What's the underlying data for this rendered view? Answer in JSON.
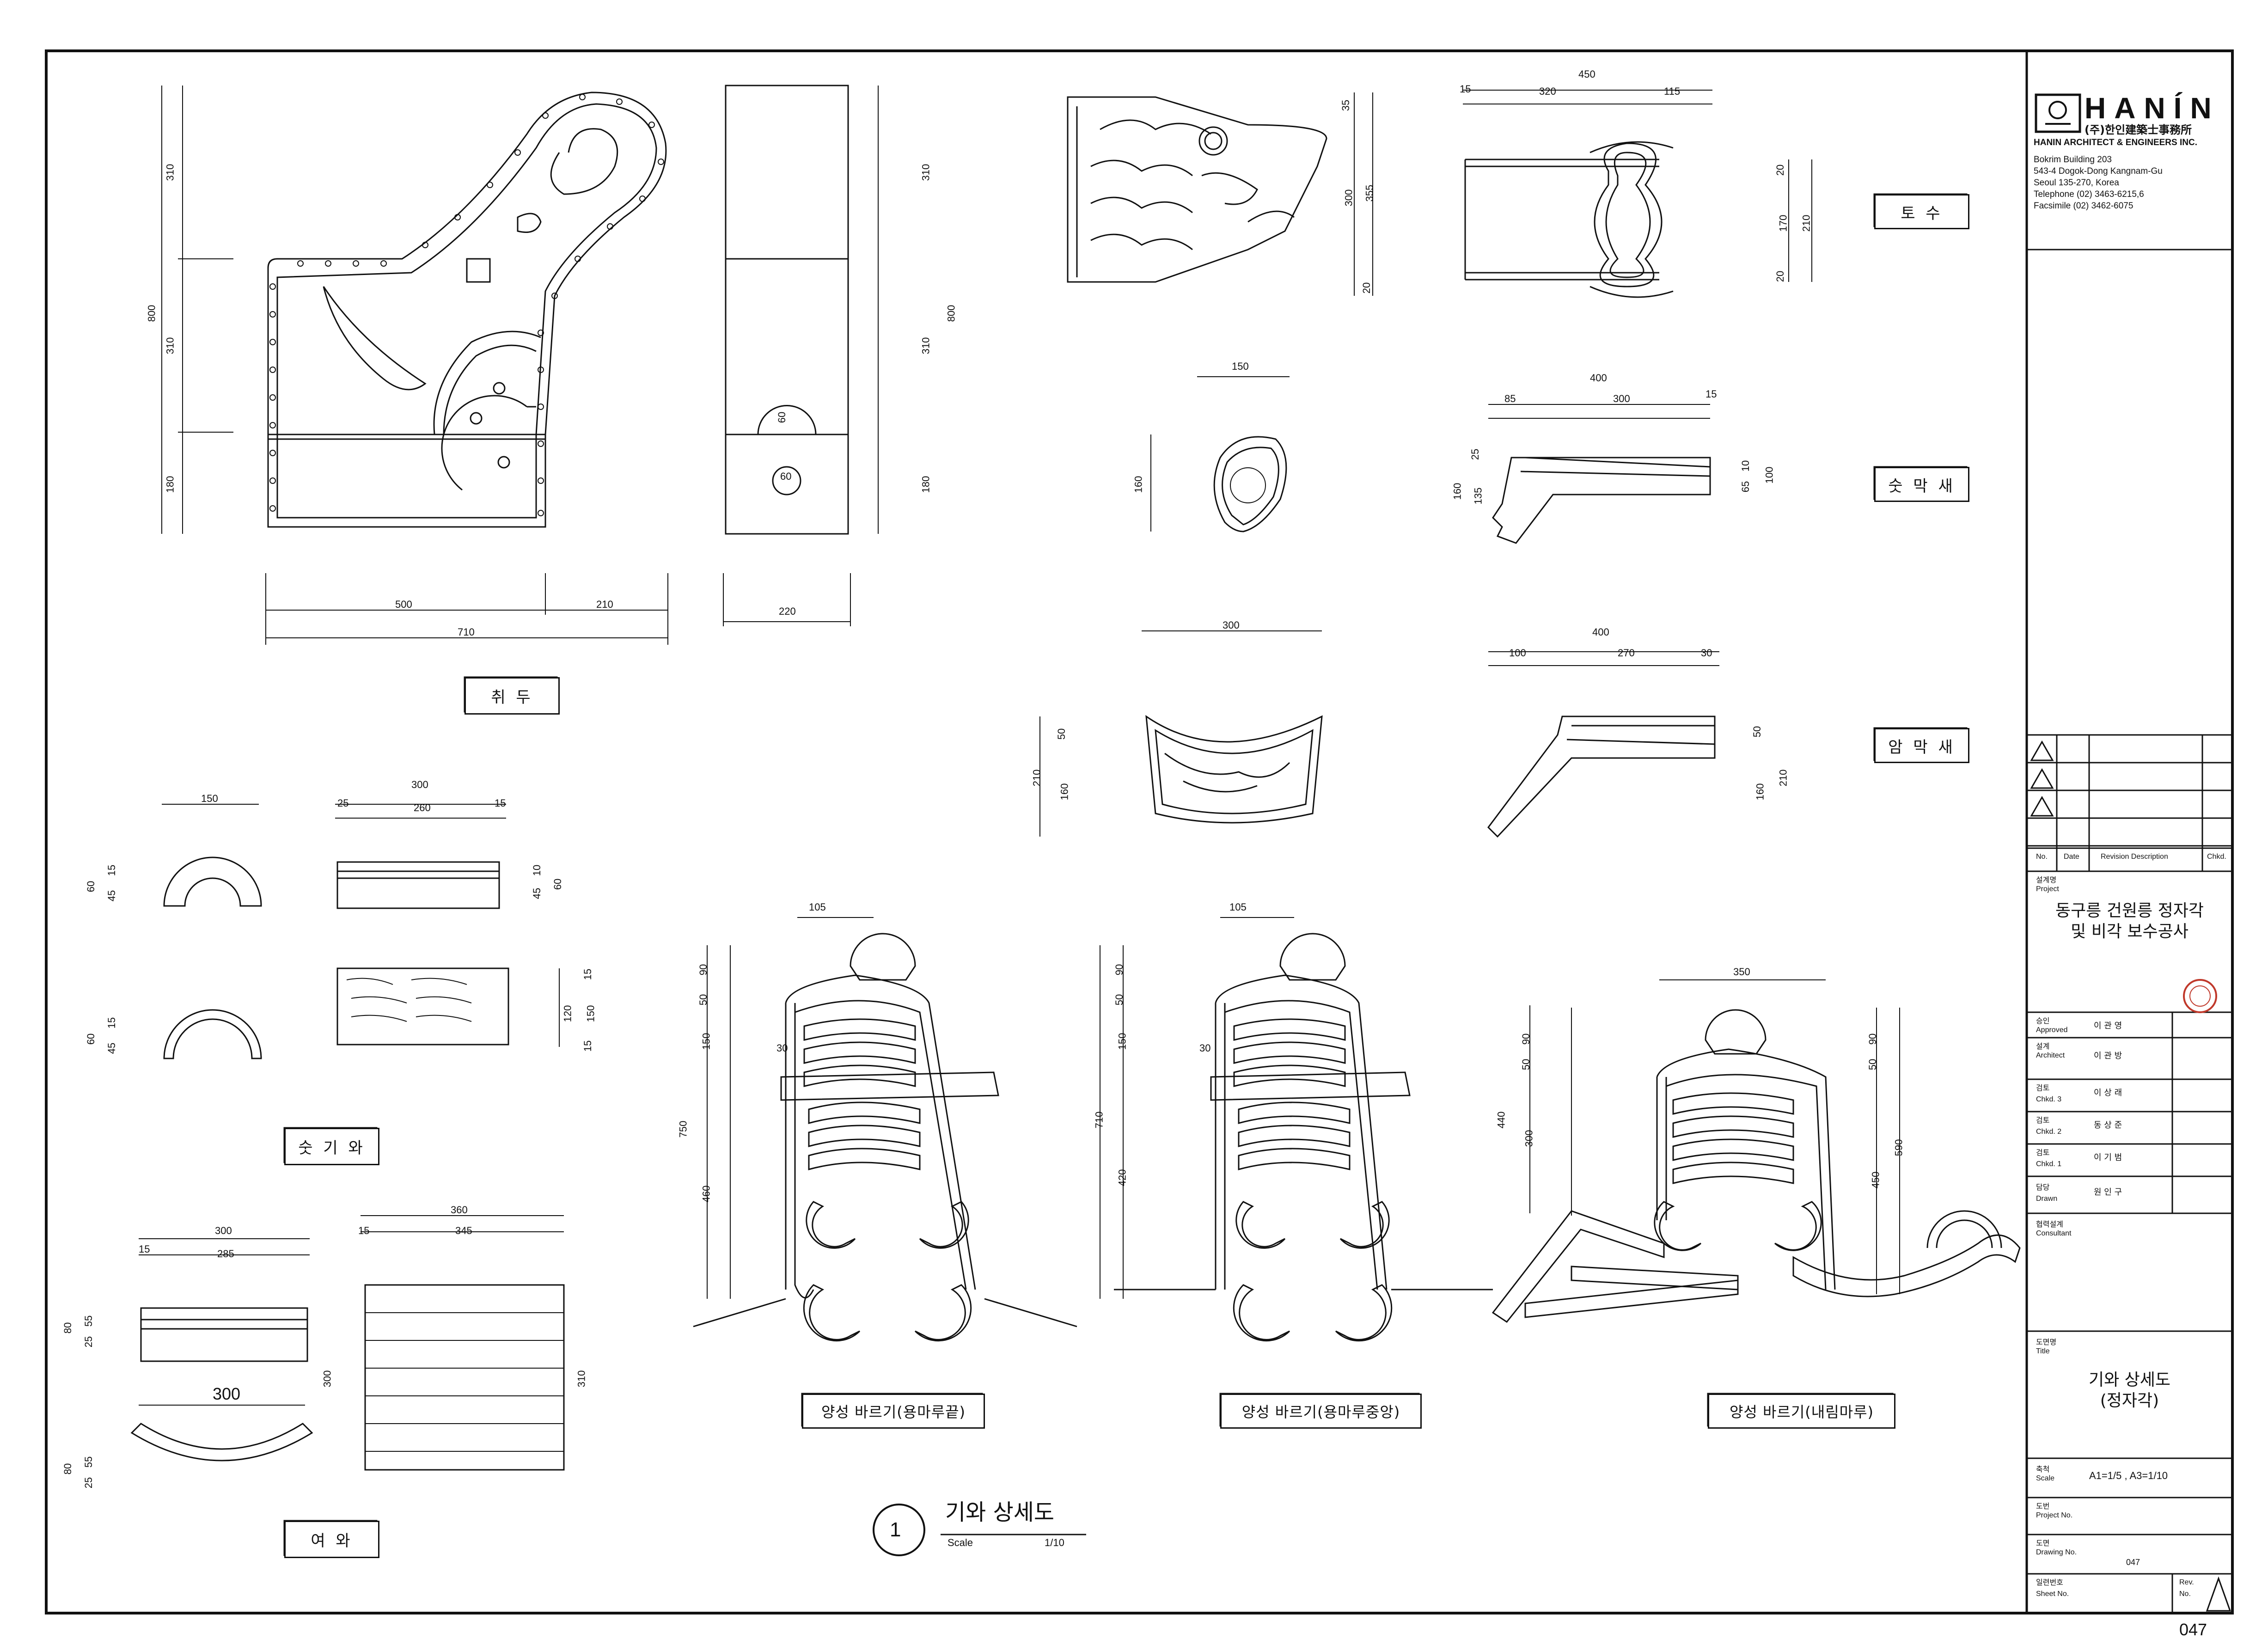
{
  "firm": {
    "logo_text": "HANÍN",
    "name_korean": "(주)한인建築士事務所",
    "name_english": "HANIN ARCHITECT & ENGINEERS INC.",
    "address": [
      "Bokrim Building 203",
      "543-4 Dogok-Dong Kangnam-Gu",
      "Seoul 135-270, Korea",
      "Telephone (02) 3463-6215,6",
      "Facsimile (02) 3462-6075"
    ]
  },
  "revision_table": {
    "headers": [
      "No.",
      "Date",
      "Revision Description",
      "Chkd."
    ]
  },
  "project": {
    "label_ko": "설계명",
    "label_en": "Project",
    "name_line1": "동구릉 건원릉 정자각",
    "name_line2": "및 비각 보수공사"
  },
  "approvals": [
    {
      "label_ko": "승인",
      "label_en": "Approved",
      "person": "이 관 영"
    },
    {
      "label_ko": "설계",
      "label_en": "Architect",
      "person": "이 관 방"
    },
    {
      "label_ko": "검토",
      "label_en": "Chkd. 3",
      "person": "이 상 래"
    },
    {
      "label_ko": "검토",
      "label_en": "Chkd. 2",
      "person": "동 상 준"
    },
    {
      "label_ko": "검토",
      "label_en": "Chkd. 1",
      "person": "이 기 범"
    },
    {
      "label_ko": "담당",
      "label_en": "Drawn",
      "person": "원 인 구"
    }
  ],
  "consultant": {
    "label_ko": "협력설계",
    "label_en": "Consultant"
  },
  "title_block": {
    "label_ko": "도면명",
    "label_en": "Title",
    "title_line1": "기와 상세도",
    "title_line2": "(정자각)"
  },
  "scale": {
    "label_ko": "축척",
    "label_en": "Scale",
    "value": "A1=1/5 , A3=1/10"
  },
  "project_no": {
    "label_ko": "도번",
    "label_en": "Project No."
  },
  "drawing_no": {
    "label_ko": "도면",
    "label_en": "Drawing No.",
    "value": "047"
  },
  "sheet_no": {
    "label_ko": "일련번호",
    "label_en": "Sheet No.",
    "rev_label": "Rev.",
    "rev_no": "No."
  },
  "page_number": "047",
  "drawing_caption": {
    "number": "1",
    "title": "기와 상세도",
    "scale_label": "Scale",
    "scale_value": "1/10"
  },
  "labels": {
    "chwidu": "취 두",
    "tosu": "토 수",
    "sutmaksae": "숫 막 새",
    "ammaksae": "암 막 새",
    "sutgiwa": "숫 기 와",
    "yeowa": "여 와",
    "yangseong_end": "양성 바르기(용마루끝)",
    "yangseong_center": "양성 바르기(용마루중앙)",
    "yangseong_naerim": "양성 바르기(내림마루)"
  },
  "dimensions": {
    "chwidu": {
      "v1": "310",
      "v2": "310",
      "v3": "180",
      "total_v": "800",
      "h1": "500",
      "h2": "210",
      "total_h": "710",
      "side_v1": "310",
      "side_v2": "310",
      "side_v3": "180",
      "side_total": "800",
      "side_w": "220",
      "hole_h": "60",
      "hole_d": "60"
    },
    "tosu": {
      "a": "35",
      "b": "300",
      "c": "355",
      "d": "20",
      "w_total": "450",
      "w1": "320",
      "w2": "115",
      "w3": "15",
      "p1": "20",
      "p2": "170",
      "p3": "210",
      "p4": "20"
    },
    "sutmaksae": {
      "w": "150",
      "h": "160",
      "len_total": "400",
      "l1": "85",
      "l2": "300",
      "l3": "15",
      "a": "25",
      "b": "135",
      "c": "160",
      "d": "10",
      "e": "65",
      "f": "100"
    },
    "ammaksae": {
      "w": "300",
      "a": "50",
      "b": "160",
      "c": "210",
      "len_total": "400",
      "l1": "100",
      "l2": "270",
      "l3": "30",
      "d": "50",
      "e": "160",
      "f": "210"
    },
    "sutgiwa": {
      "w": "150",
      "a": "15",
      "b": "45",
      "c": "60",
      "len_total": "300",
      "l1": "25",
      "l2": "260",
      "l3": "15",
      "d": "10",
      "e": "45",
      "f": "60",
      "top_a": "15",
      "top_b": "120",
      "top_c": "150",
      "top_d": "15",
      "s_a": "15",
      "s_b": "45",
      "s_c": "60"
    },
    "yeowa": {
      "len_total": "300",
      "l1": "15",
      "l2": "285",
      "a": "25",
      "b": "55",
      "c": "80",
      "arc_w": "300",
      "plan_total": "360",
      "p1": "15",
      "p2": "345",
      "pv": "300",
      "pv2": "310",
      "s_a": "25",
      "s_b": "55",
      "s_c": "80"
    },
    "yang_end": {
      "top": "105",
      "a": "90",
      "b": "50",
      "c": "150",
      "d": "30",
      "e": "460",
      "total": "750"
    },
    "yang_center": {
      "top": "105",
      "a": "90",
      "b": "50",
      "c": "150",
      "d": "30",
      "e": "420",
      "total": "710"
    },
    "yang_naerim": {
      "top": "350",
      "a": "90",
      "b": "50",
      "c": "300",
      "total": "440",
      "d": "90",
      "e": "50",
      "f": "450",
      "g": "590"
    }
  }
}
